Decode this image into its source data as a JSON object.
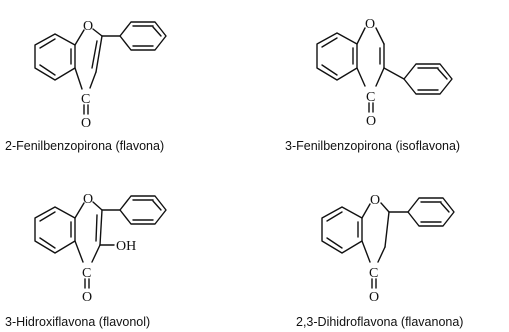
{
  "structures": [
    {
      "name": "flavona",
      "caption": "2-Fenilbenzopirona (flavona)",
      "atoms": {
        "ring_oxygen": "O",
        "carbonyl_carbon": "C",
        "carbonyl_oxygen": "O"
      }
    },
    {
      "name": "isoflavona",
      "caption": "3-Fenilbenzopirona (isoflavona)",
      "atoms": {
        "ring_oxygen": "O",
        "carbonyl_carbon": "C",
        "carbonyl_oxygen": "O"
      }
    },
    {
      "name": "flavonol",
      "caption": "3-Hidroxiflavona (flavonol)",
      "atoms": {
        "ring_oxygen": "O",
        "carbonyl_carbon": "C",
        "carbonyl_oxygen": "O",
        "hydroxyl": "OH"
      }
    },
    {
      "name": "flavanona",
      "caption": "2,3-Dihidroflavona (flavanona)",
      "atoms": {
        "ring_oxygen": "O",
        "carbonyl_carbon": "C",
        "carbonyl_oxygen": "O"
      }
    }
  ]
}
